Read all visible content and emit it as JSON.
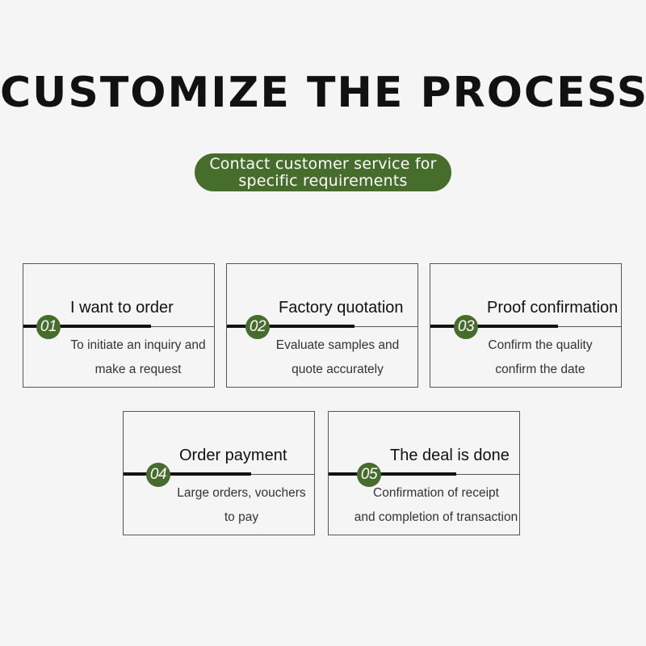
{
  "title": "CUSTOMIZE THE PROCESS",
  "subtitle": {
    "line1": "Contact customer service for",
    "line2": "specific requirements"
  },
  "colors": {
    "accent": "#466d2c",
    "background": "#f5f5f5",
    "text": "#111111"
  },
  "steps": [
    {
      "number": "01",
      "title": "I want to order",
      "desc_line1": "To initiate an inquiry and",
      "desc_line2": "make a request"
    },
    {
      "number": "02",
      "title": "Factory quotation",
      "desc_line1": "Evaluate samples and",
      "desc_line2": "quote accurately"
    },
    {
      "number": "03",
      "title": "Proof confirmation",
      "desc_line1": "Confirm the quality",
      "desc_line2": "confirm the date"
    },
    {
      "number": "04",
      "title": "Order payment",
      "desc_line1": "Large orders, vouchers",
      "desc_line2": "to pay"
    },
    {
      "number": "05",
      "title": "The deal is done",
      "desc_line1": "Confirmation of receipt",
      "desc_line2": "and completion of transaction"
    }
  ]
}
